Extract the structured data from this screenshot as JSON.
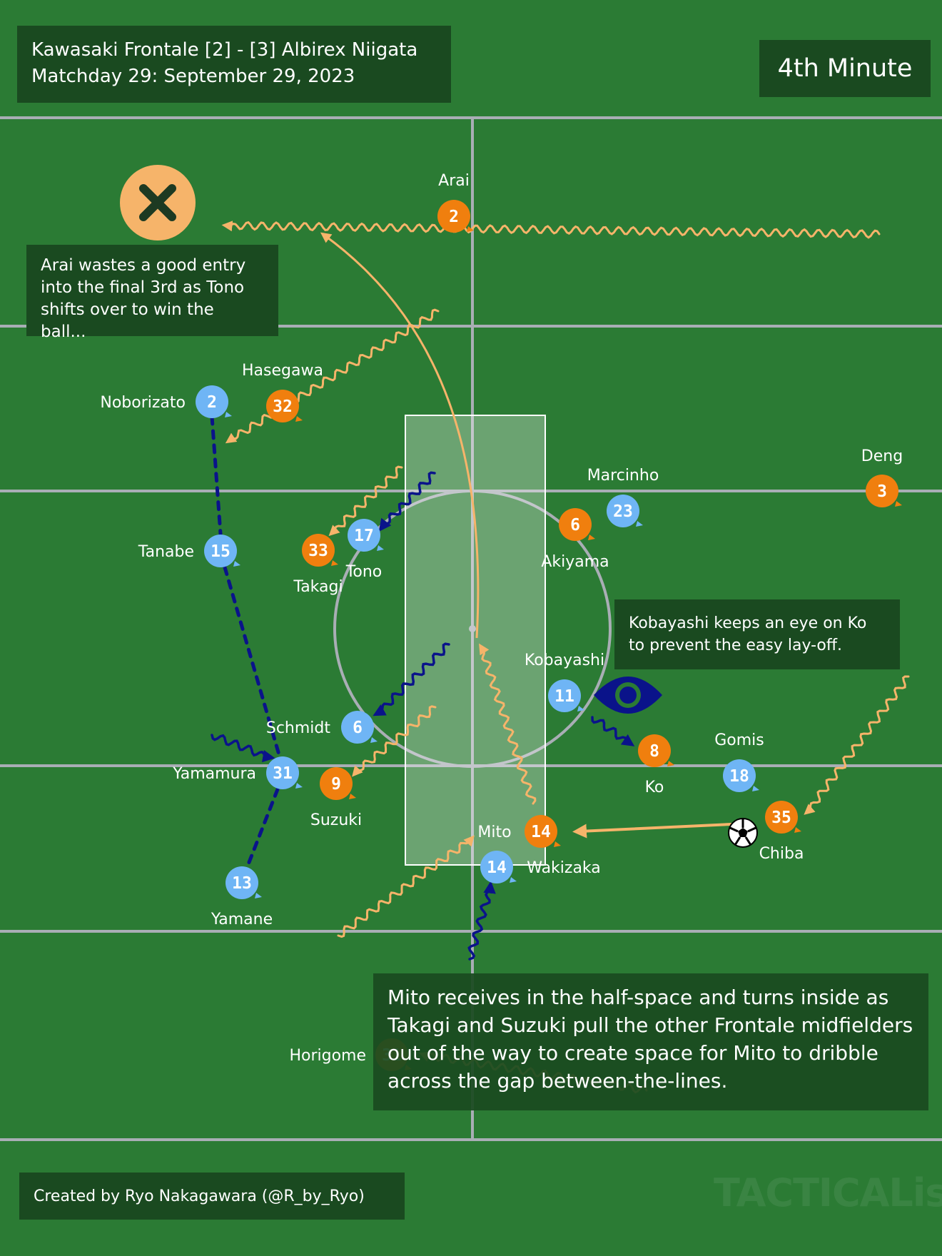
{
  "header": {
    "match": "Kawasaki Frontale [2] - [3] Albirex Niigata",
    "date": "Matchday 29: September 29, 2023",
    "minute": "4th Minute"
  },
  "annotations": {
    "note_top": "Arai wastes a good entry into the final 3rd as Tono shifts over to win the ball...",
    "note_right": "Kobayashi keeps an eye on Ko to prevent the easy lay-off.",
    "note_bottom": "Mito receives in the half-space and turns inside as Takagi and Suzuki pull the other Frontale midfielders out of the way to create space for Mito to dribble across the gap between-the-lines."
  },
  "footer": {
    "credit": "Created by Ryo Nakagawara (@R_by_Ryo)",
    "watermark": "TACTICALista"
  },
  "colors": {
    "pitch": "#2b7b34",
    "line": "#a9aeb5",
    "frontale": "#6fb5f5",
    "niigata": "#f07f0e",
    "niigata_run": "#f6b46a",
    "frontale_run": "#0a138a"
  },
  "icons": {
    "loss": "x-circle-icon",
    "watch": "eye-icon",
    "ball": "soccer-ball-icon"
  },
  "players": [
    {
      "id": "arai",
      "name": "Arai",
      "number": "2",
      "team": "niigata"
    },
    {
      "id": "hasegawa",
      "name": "Hasegawa",
      "number": "32",
      "team": "niigata"
    },
    {
      "id": "deng",
      "name": "Deng",
      "number": "3",
      "team": "niigata"
    },
    {
      "id": "akiyama",
      "name": "Akiyama",
      "number": "6",
      "team": "niigata"
    },
    {
      "id": "takagi",
      "name": "Takagi",
      "number": "33",
      "team": "niigata"
    },
    {
      "id": "suzuki",
      "name": "Suzuki",
      "number": "9",
      "team": "niigata"
    },
    {
      "id": "ko",
      "name": "Ko",
      "number": "8",
      "team": "niigata"
    },
    {
      "id": "mito",
      "name": "Mito",
      "number": "14",
      "team": "niigata"
    },
    {
      "id": "chiba",
      "name": "Chiba",
      "number": "35",
      "team": "niigata"
    },
    {
      "id": "horigome",
      "name": "Horigome",
      "number": "31",
      "team": "niigata"
    },
    {
      "id": "noborizato",
      "name": "Noborizato",
      "number": "2",
      "team": "frontale"
    },
    {
      "id": "tanabe",
      "name": "Tanabe",
      "number": "15",
      "team": "frontale"
    },
    {
      "id": "tono",
      "name": "Tono",
      "number": "17",
      "team": "frontale"
    },
    {
      "id": "marcinho",
      "name": "Marcinho",
      "number": "23",
      "team": "frontale"
    },
    {
      "id": "kobayashi",
      "name": "Kobayashi",
      "number": "11",
      "team": "frontale"
    },
    {
      "id": "schmidt",
      "name": "Schmidt",
      "number": "6",
      "team": "frontale"
    },
    {
      "id": "yamamura",
      "name": "Yamamura",
      "number": "31",
      "team": "frontale"
    },
    {
      "id": "gomis",
      "name": "Gomis",
      "number": "18",
      "team": "frontale"
    },
    {
      "id": "wakizaka",
      "name": "Wakizaka",
      "number": "14",
      "team": "frontale"
    },
    {
      "id": "yamane",
      "name": "Yamane",
      "number": "13",
      "team": "frontale"
    }
  ]
}
